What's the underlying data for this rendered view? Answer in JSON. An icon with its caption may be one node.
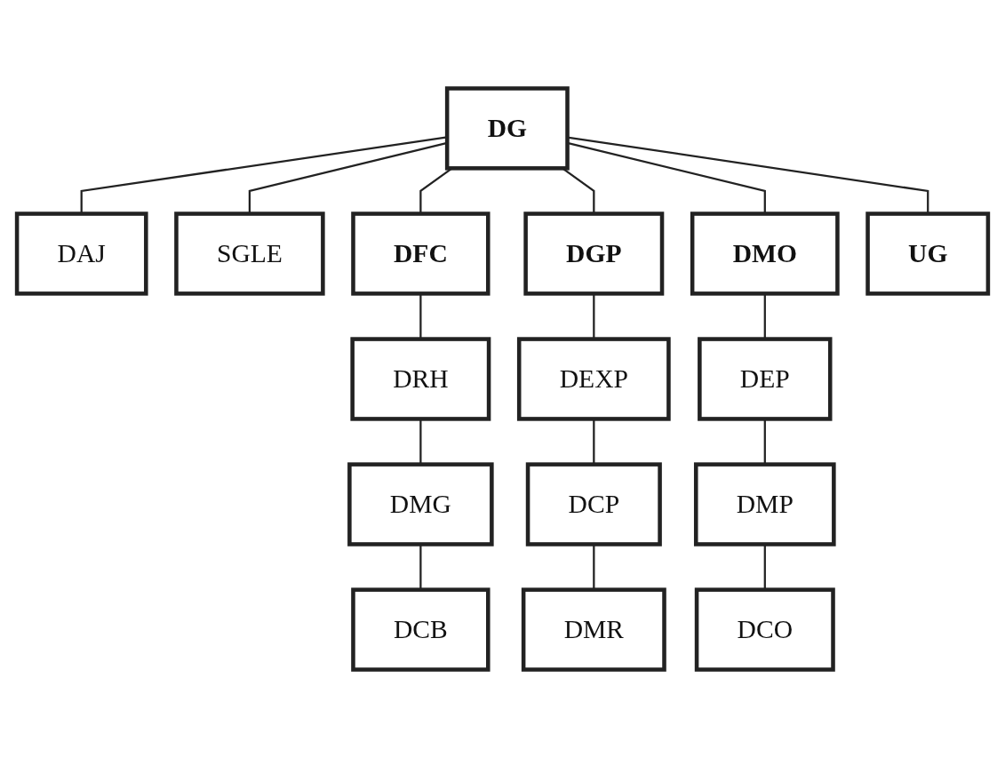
{
  "diagram": {
    "nodes": [
      {
        "text": [
          "DG"
        ]
      },
      {
        "text": [
          "DAJ"
        ]
      },
      {
        "text": [
          "SGLE"
        ]
      },
      {
        "text": [
          "DFC"
        ]
      },
      {
        "text": [
          "DGP"
        ]
      },
      {
        "text": [
          "DMO"
        ]
      },
      {
        "text": [
          "UG"
        ]
      },
      {
        "text": [
          "DRH"
        ]
      },
      {
        "text": [
          "DEXP"
        ]
      },
      {
        "text": [
          "DEP"
        ]
      },
      {
        "text": [
          "DMG"
        ]
      },
      {
        "text": [
          "DCP"
        ]
      },
      {
        "text": [
          "DMP"
        ]
      },
      {
        "text": [
          "DCB"
        ]
      },
      {
        "text": [
          "DMR"
        ]
      },
      {
        "text": [
          "DCO"
        ]
      }
    ],
    "edges": [
      {
        "from": 0,
        "to": 1,
        "arrow": "none"
      },
      {
        "from": 0,
        "to": 2,
        "arrow": "none"
      },
      {
        "from": 0,
        "to": 3,
        "arrow": "none"
      },
      {
        "from": 0,
        "to": 4,
        "arrow": "none"
      },
      {
        "from": 0,
        "to": 5,
        "arrow": "none"
      },
      {
        "from": 0,
        "to": 6,
        "arrow": "none"
      },
      {
        "from": 3,
        "to": 7,
        "arrow": "none"
      },
      {
        "from": 4,
        "to": 8,
        "arrow": "none"
      },
      {
        "from": 5,
        "to": 9,
        "arrow": "none"
      },
      {
        "from": 7,
        "to": 10,
        "arrow": "none"
      },
      {
        "from": 8,
        "to": 11,
        "arrow": "none"
      },
      {
        "from": 9,
        "to": 12,
        "arrow": "none"
      },
      {
        "from": 10,
        "to": 13,
        "arrow": "none"
      },
      {
        "from": 11,
        "to": 14,
        "arrow": "none"
      },
      {
        "from": 12,
        "to": 15,
        "arrow": "none"
      }
    ]
  }
}
